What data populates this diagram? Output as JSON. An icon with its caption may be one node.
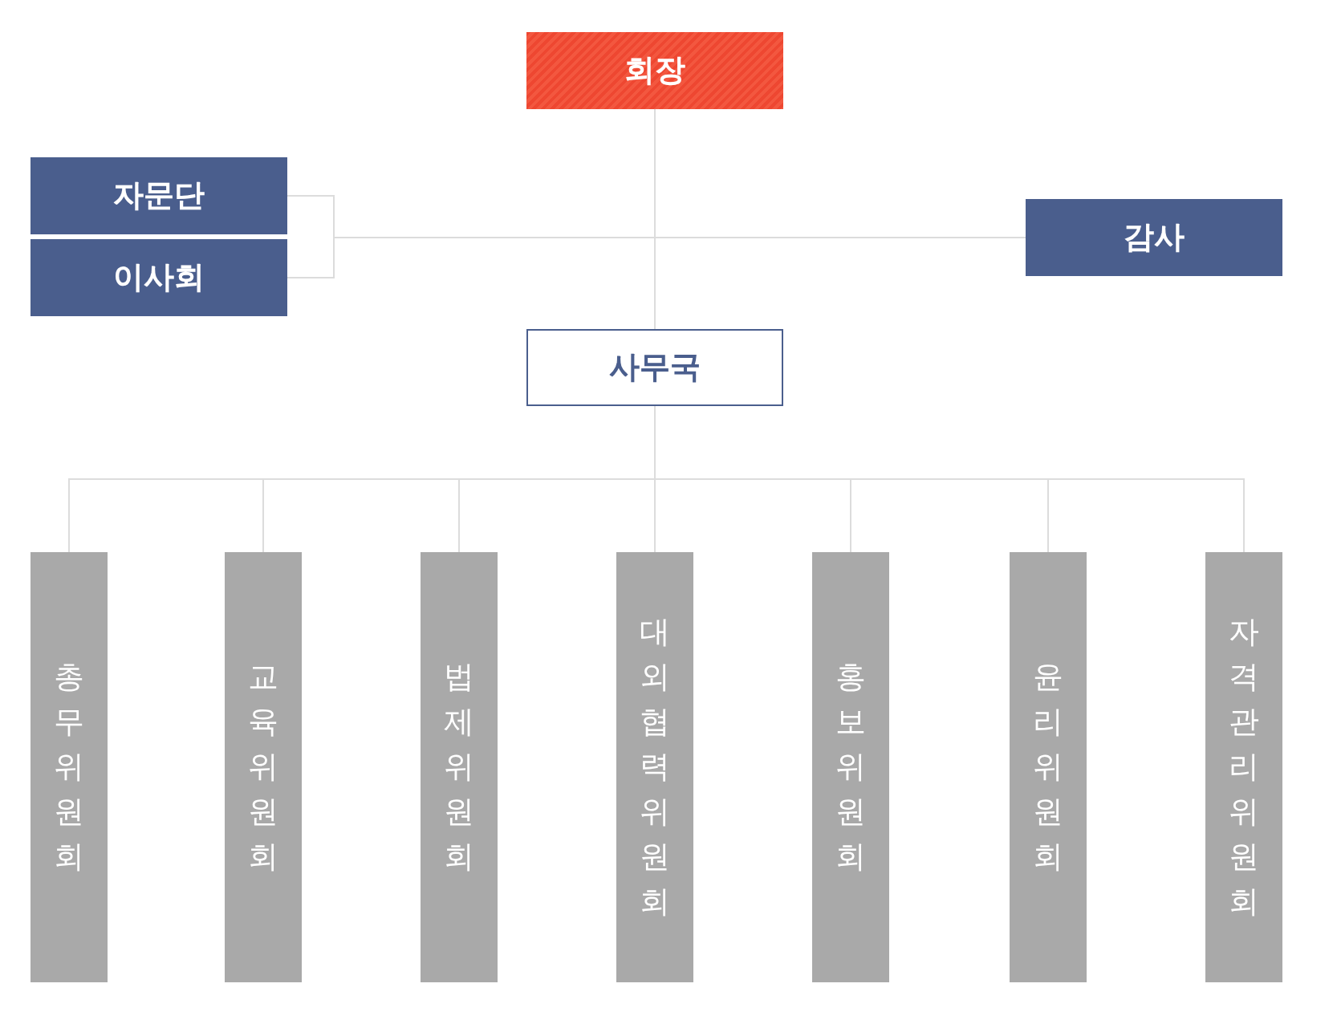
{
  "diagram": {
    "nodes": [
      {
        "text": [
          "회장"
        ]
      },
      {
        "text": [
          "자문단"
        ]
      },
      {
        "text": [
          "이사회"
        ]
      },
      {
        "text": [
          "감사"
        ]
      },
      {
        "text": [
          "사무국"
        ]
      },
      {
        "text": [
          "총무위원회"
        ]
      },
      {
        "text": [
          "교육위원회"
        ]
      },
      {
        "text": [
          "법제위원회"
        ]
      },
      {
        "text": [
          "대외협력위원회"
        ]
      },
      {
        "text": [
          "홍보위원회"
        ]
      },
      {
        "text": [
          "윤리위원회"
        ]
      },
      {
        "text": [
          "자격관리위원회"
        ]
      }
    ],
    "edges": [
      {
        "from": 0,
        "to": 1,
        "arrow": "none"
      },
      {
        "from": 0,
        "to": 2,
        "arrow": "none"
      },
      {
        "from": 0,
        "to": 3,
        "arrow": "none"
      },
      {
        "from": 0,
        "to": 4,
        "arrow": "none"
      },
      {
        "from": 4,
        "to": 5,
        "arrow": "none"
      },
      {
        "from": 4,
        "to": 6,
        "arrow": "none"
      },
      {
        "from": 4,
        "to": 7,
        "arrow": "none"
      },
      {
        "from": 4,
        "to": 8,
        "arrow": "none"
      },
      {
        "from": 4,
        "to": 9,
        "arrow": "none"
      },
      {
        "from": 4,
        "to": 10,
        "arrow": "none"
      },
      {
        "from": 4,
        "to": 11,
        "arrow": "none"
      }
    ]
  }
}
